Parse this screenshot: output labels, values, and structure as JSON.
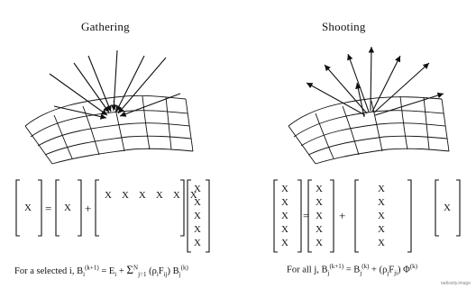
{
  "diagram": {
    "left_title": "Gathering",
    "right_title": "Shooting",
    "matrix_entry": "X",
    "plus": "+",
    "equals": "=",
    "left_caption": {
      "prefix": "For a selected i,",
      "B": "B",
      "sup_k1": "(k+1)",
      "sub_i": "i",
      "mid": "= E",
      "sub_i2": "i",
      "plus": "+",
      "sum": "Σ",
      "sum_top": "N",
      "sum_bot": "j=1",
      "term": "(ρ",
      "sub_i3": "i",
      "F": "F",
      "sub_ij": "ij",
      "close": ") B",
      "sub_j": "j",
      "sup_k": "(k)"
    },
    "right_caption": {
      "prefix": "For all j,",
      "B": "B",
      "sup_k1": "(k+1)",
      "sub_j": "j",
      "mid": "= B",
      "sup_k": "(k)",
      "sub_j2": "j",
      "plus": "+ (ρ",
      "sub_j3": "j",
      "F": "F",
      "sub_ji": "ji",
      "close": ") Φ",
      "sup_i": "(k)"
    },
    "watermark": "radiosity.image"
  }
}
